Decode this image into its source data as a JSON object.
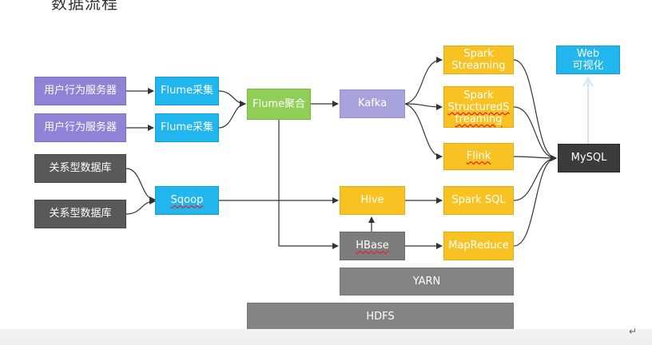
{
  "header_fragment": "数据流程",
  "nodes": {
    "user_server_1": "用户行为服务器",
    "user_server_2": "用户行为服务器",
    "rdb_1": "关系型数据库",
    "rdb_2": "关系型数据库",
    "flume_collect_1": "Flume采集",
    "flume_collect_2": "Flume采集",
    "flume_agg": "Flume聚合",
    "sqoop": "Sqoop",
    "kafka": "Kafka",
    "hive": "Hive",
    "hbase": "HBase",
    "spark_streaming": [
      "Spark",
      "Streaming"
    ],
    "spark_structured": [
      "Spark",
      "StructuredS",
      "treaming"
    ],
    "flink": "Flink",
    "spark_sql": "Spark SQL",
    "mapreduce": "MapReduce",
    "mysql": "MySQL",
    "web": [
      "Web",
      "可视化"
    ],
    "yarn": "YARN",
    "hdfs": "HDFS"
  },
  "colors": {
    "arrow": "#333333",
    "web_link": "#cfe9f4"
  },
  "paragraph_mark": "↵"
}
